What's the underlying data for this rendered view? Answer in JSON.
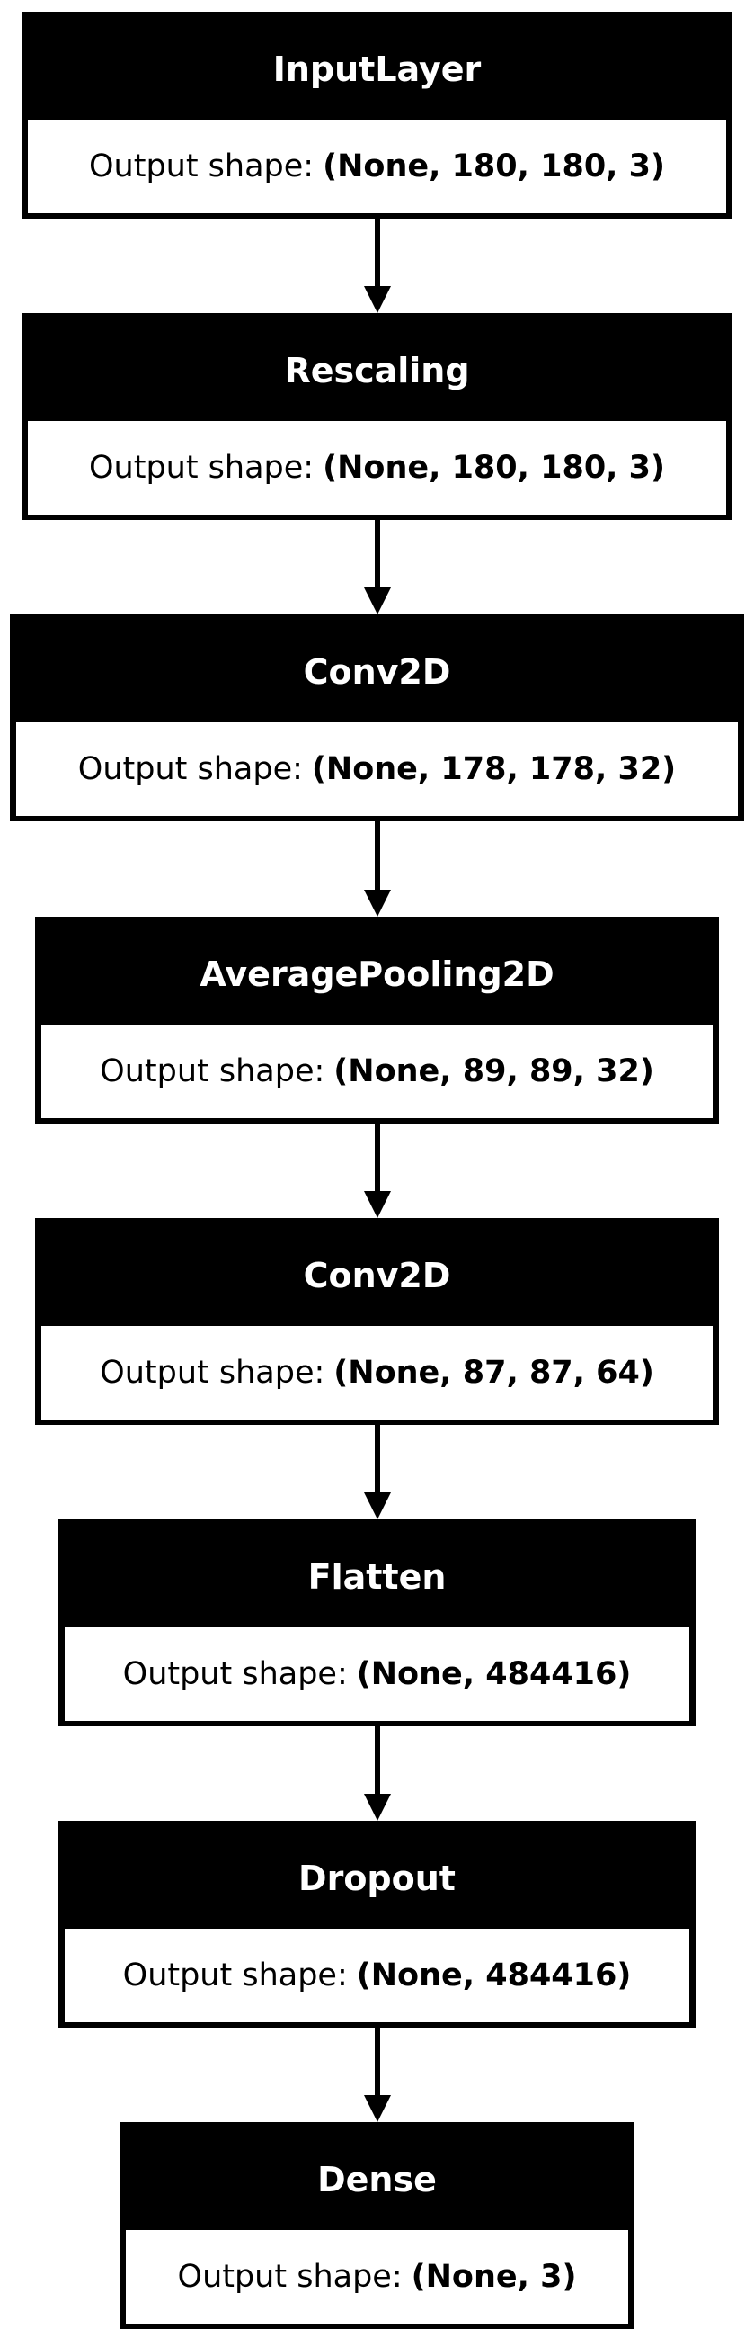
{
  "layers": [
    {
      "name": "InputLayer",
      "shape_label": "Output shape:",
      "shape": "(None, 180, 180, 3)"
    },
    {
      "name": "Rescaling",
      "shape_label": "Output shape:",
      "shape": "(None, 180, 180, 3)"
    },
    {
      "name": "Conv2D",
      "shape_label": "Output shape:",
      "shape": "(None, 178, 178, 32)"
    },
    {
      "name": "AveragePooling2D",
      "shape_label": "Output shape:",
      "shape": "(None, 89, 89, 32)"
    },
    {
      "name": "Conv2D",
      "shape_label": "Output shape:",
      "shape": "(None, 87, 87, 64)"
    },
    {
      "name": "Flatten",
      "shape_label": "Output shape:",
      "shape": "(None, 484416)"
    },
    {
      "name": "Dropout",
      "shape_label": "Output shape:",
      "shape": "(None, 484416)"
    },
    {
      "name": "Dense",
      "shape_label": "Output shape:",
      "shape": "(None, 3)"
    }
  ],
  "colors": {
    "header_background": "#000000",
    "header_text": "#ffffff",
    "body_background": "#ffffff",
    "arrow": "#000000"
  }
}
